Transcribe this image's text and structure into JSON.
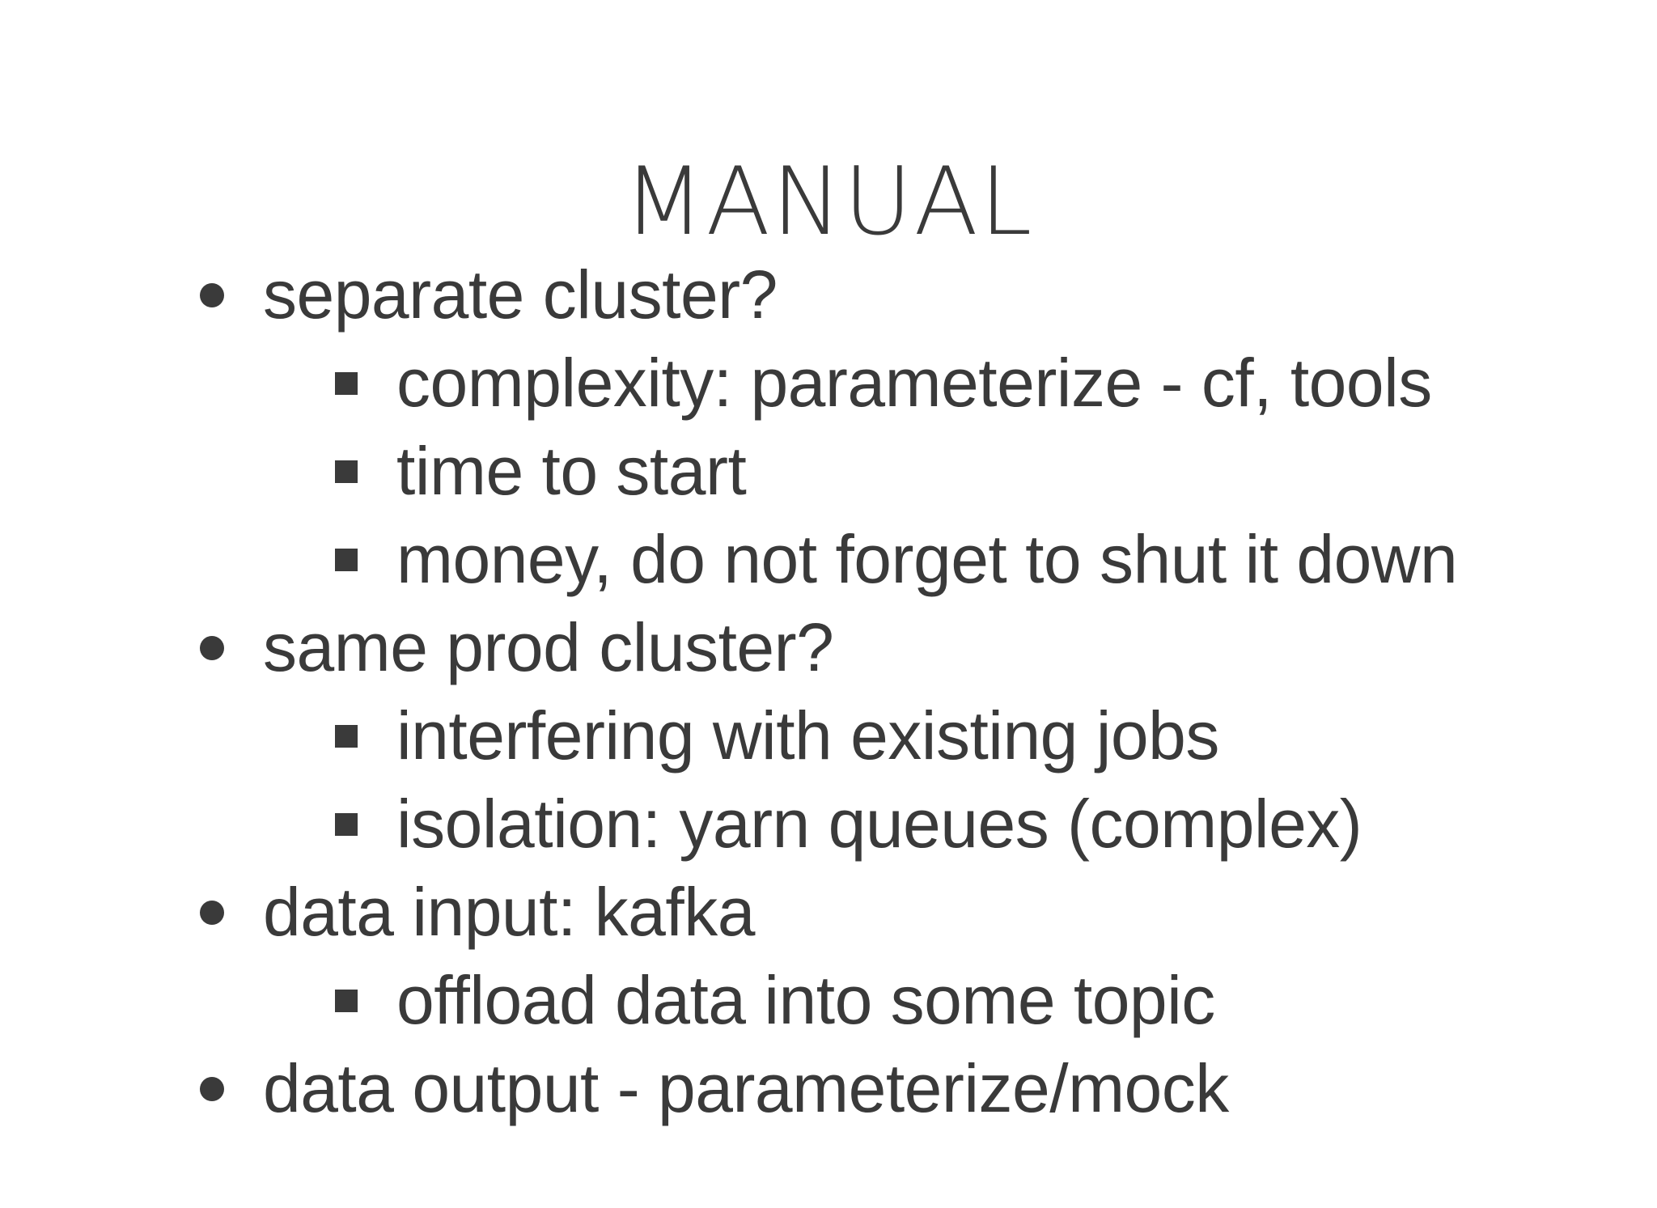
{
  "slide": {
    "title": "MANUAL",
    "background_color": "#ffffff",
    "text_color": "#3a3a3a",
    "bullet_dot_icon": "round-dot",
    "bullet_square_icon": "filled-square",
    "list": [
      {
        "text": "separate cluster?",
        "children": [
          "complexity: parameterize - cf, tools",
          "time to start",
          "money, do not forget to shut it down"
        ]
      },
      {
        "text": "same prod cluster?",
        "children": [
          "interfering with existing jobs",
          "isolation: yarn queues (complex)"
        ]
      },
      {
        "text": "data input: kafka",
        "children": [
          "offload data into some topic"
        ]
      },
      {
        "text": "data output - parameterize/mock",
        "children": []
      }
    ]
  }
}
